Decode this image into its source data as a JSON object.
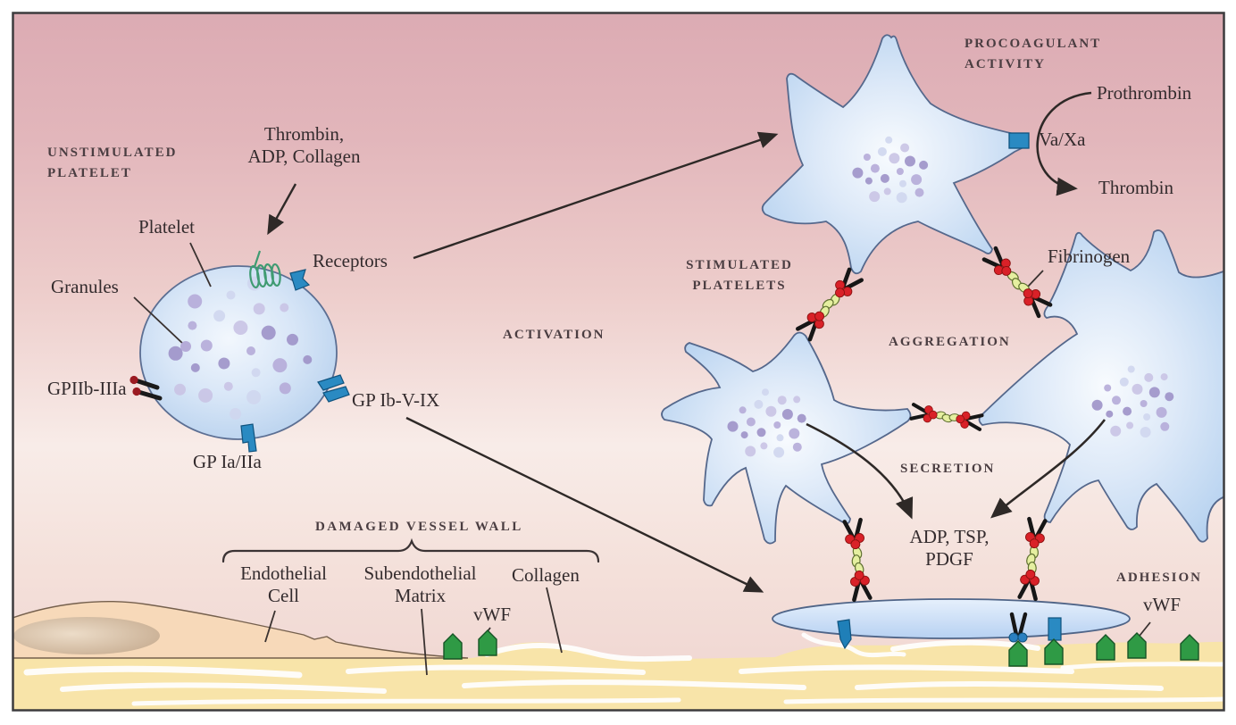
{
  "labels": {
    "unstimulated_heading": "UNSTIMULATED\nPLATELET",
    "agonists": "Thrombin,\nADP, Collagen",
    "platelet": "Platelet",
    "granules": "Granules",
    "receptors": "Receptors",
    "gpiib_iiia": "GPIIb-IIIa",
    "gp_ib_v_ix": "GP Ib-V-IX",
    "gp_ia_iia": "GP Ia/IIa",
    "activation": "ACTIVATION",
    "procoagulant_heading": "PROCOAGULANT\nACTIVITY",
    "prothrombin": "Prothrombin",
    "va_xa": "Va/Xa",
    "thrombin": "Thrombin",
    "stimulated_heading": "STIMULATED\nPLATELETS",
    "fibrinogen": "Fibrinogen",
    "aggregation": "AGGREGATION",
    "secretion": "SECRETION",
    "secreted_mediators": "ADP, TSP,\nPDGF",
    "adhesion": "ADHESION",
    "vwf_adhesion": "vWF",
    "damaged_vessel_wall": "DAMAGED VESSEL WALL",
    "endothelial_cell": "Endothelial\nCell",
    "subendothelial_matrix": "Subendothelial\nMatrix",
    "collagen": "Collagen",
    "vwf_matrix": "vWF"
  },
  "palette": {
    "background_top_pink": "#dfadb5",
    "background_light": "#f8ece8",
    "platelet_blue_edge": "#a9c6e8",
    "platelet_blue_center": "#f0f6fc",
    "cell_outline": "#5c6f93",
    "granule_purple": "#9d92c8",
    "receptor_blue": "#2a8ac2",
    "fibrinogen_bead_yellow": "#e5efa0",
    "receptor_red": "#d92128",
    "vwf_green": "#2f9a45",
    "matrix_yellow": "#f8e4a9",
    "endothelial_peach": "#f7d9b9",
    "line_dark": "#2e2927"
  }
}
